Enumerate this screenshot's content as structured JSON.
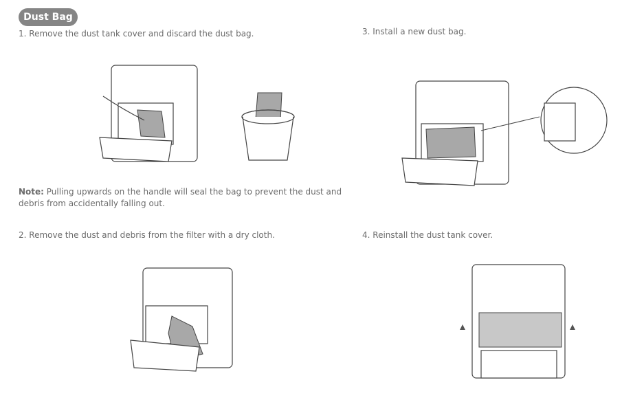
{
  "section_title": "Dust Bag",
  "steps": [
    "1. Remove the dust tank cover and discard the dust bag.",
    "2. Remove the dust and debris from the filter with a dry cloth.",
    "3. Install a new dust bag.",
    "4. Reinstall the dust tank cover."
  ],
  "note": {
    "label": "Note:",
    "text": " Pulling upwards on the handle will seal the bag to prevent the dust and debris from accidentally falling out."
  }
}
